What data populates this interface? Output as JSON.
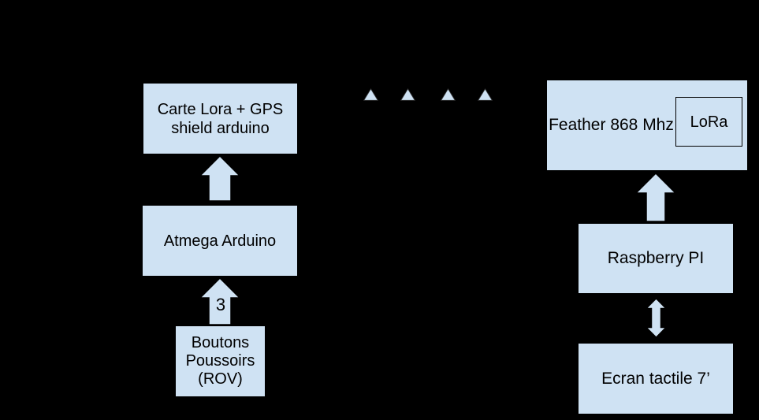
{
  "theme": {
    "background": "#000000",
    "node_fill": "#cfe2f3",
    "node_border": "#000000",
    "text_color": "#000000"
  },
  "diagram": {
    "left_column": {
      "carte_lora_box": {
        "label": "Carte Lora + GPS\nshield arduino"
      },
      "atmega_box": {
        "label": "Atmega Arduino"
      },
      "buttons_arrow_count": "3",
      "boutons_box": {
        "label": "Boutons\nPoussoirs\n(ROV)"
      }
    },
    "wireless_link": {
      "marker_count": 4,
      "marker_shape": "triangle-up"
    },
    "right_column": {
      "feather_box": {
        "label": "Feather 868 Mhz",
        "chip_label": "LoRa"
      },
      "raspberry_box": {
        "label": "Raspberry PI"
      },
      "ecran_box": {
        "label": "Ecran tactile 7’"
      }
    }
  }
}
